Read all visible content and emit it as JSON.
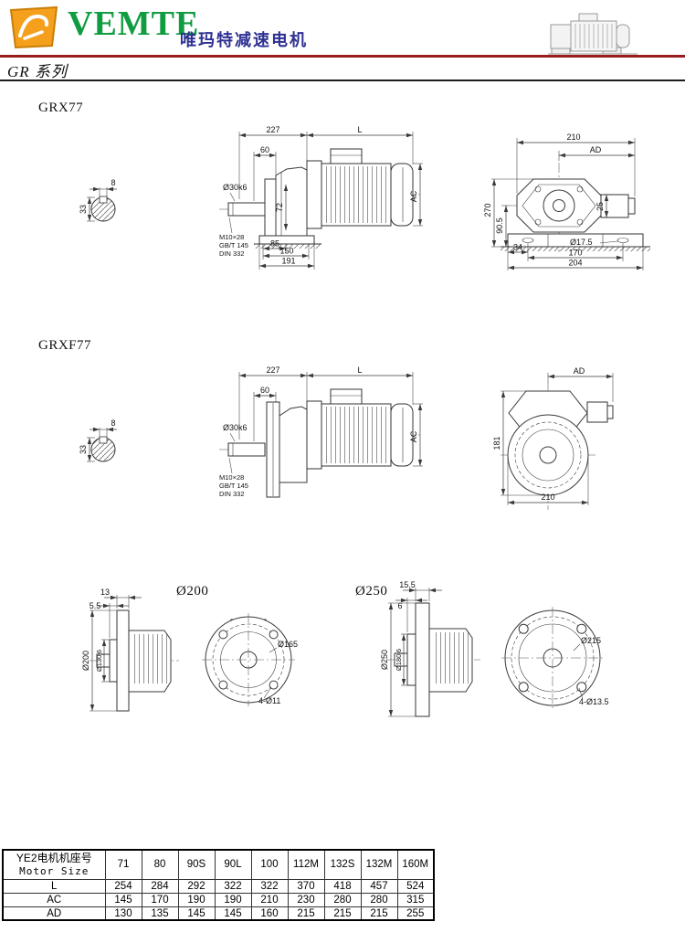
{
  "header": {
    "brand": "VEMTE",
    "subtitle": "唯玛特减速电机",
    "series_label": "GR 系列"
  },
  "sections": {
    "grx77": {
      "title": "GRX77",
      "dims": {
        "key_width": "8",
        "shaft_section_dia": "33",
        "gear_length": "227",
        "motor_length": "L",
        "d60": "60",
        "shaft_dia": "Ø30k6",
        "d72": "72",
        "tap": "M10×28",
        "tap_std": "GB/T 145",
        "tap_din": "DIN 332",
        "d85": "85",
        "d150": "150",
        "d191": "191",
        "motor_dia": "AC",
        "d210": "210",
        "ad": "AD",
        "d270": "270",
        "d90": "90.5",
        "d25": "25",
        "d34": "34",
        "foot_hole": "Ø17.5",
        "d170": "170",
        "d204": "204"
      }
    },
    "grxf77": {
      "title": "GRXF77",
      "dims": {
        "key_width": "8",
        "shaft_section_dia": "33",
        "gear_length": "227",
        "motor_length": "L",
        "d60": "60",
        "shaft_dia": "Ø30k6",
        "motor_dia": "AC",
        "tap": "M10×28",
        "tap_std": "GB/T 145",
        "tap_din": "DIN 332",
        "ad": "AD",
        "d181": "181",
        "d210": "210"
      }
    },
    "flange200": {
      "title": "Ø200",
      "dims": {
        "d13": "13",
        "d55": "5.5",
        "flange_dia": "Ø200",
        "spigot_dia": "Ø130j6",
        "bolt_circle": "Ø165",
        "holes": "4-Ø11"
      }
    },
    "flange250": {
      "title": "Ø250",
      "dims": {
        "d155": "15.5",
        "d6": "6",
        "flange_dia": "Ø250",
        "spigot_dia": "Ø180j6",
        "bolt_circle": "Ø215",
        "holes": "4-Ø13.5"
      }
    }
  },
  "table": {
    "corner_line1": "YE2电机机座号",
    "corner_line2": "Motor Size",
    "sizes": [
      "71",
      "80",
      "90S",
      "90L",
      "100",
      "112M",
      "132S",
      "132M",
      "160M"
    ],
    "rows": [
      {
        "label": "L",
        "values": [
          "254",
          "284",
          "292",
          "322",
          "322",
          "370",
          "418",
          "457",
          "524"
        ]
      },
      {
        "label": "AC",
        "values": [
          "145",
          "170",
          "190",
          "190",
          "210",
          "230",
          "280",
          "280",
          "315"
        ]
      },
      {
        "label": "AD",
        "values": [
          "130",
          "135",
          "145",
          "145",
          "160",
          "215",
          "215",
          "215",
          "255"
        ]
      }
    ]
  }
}
